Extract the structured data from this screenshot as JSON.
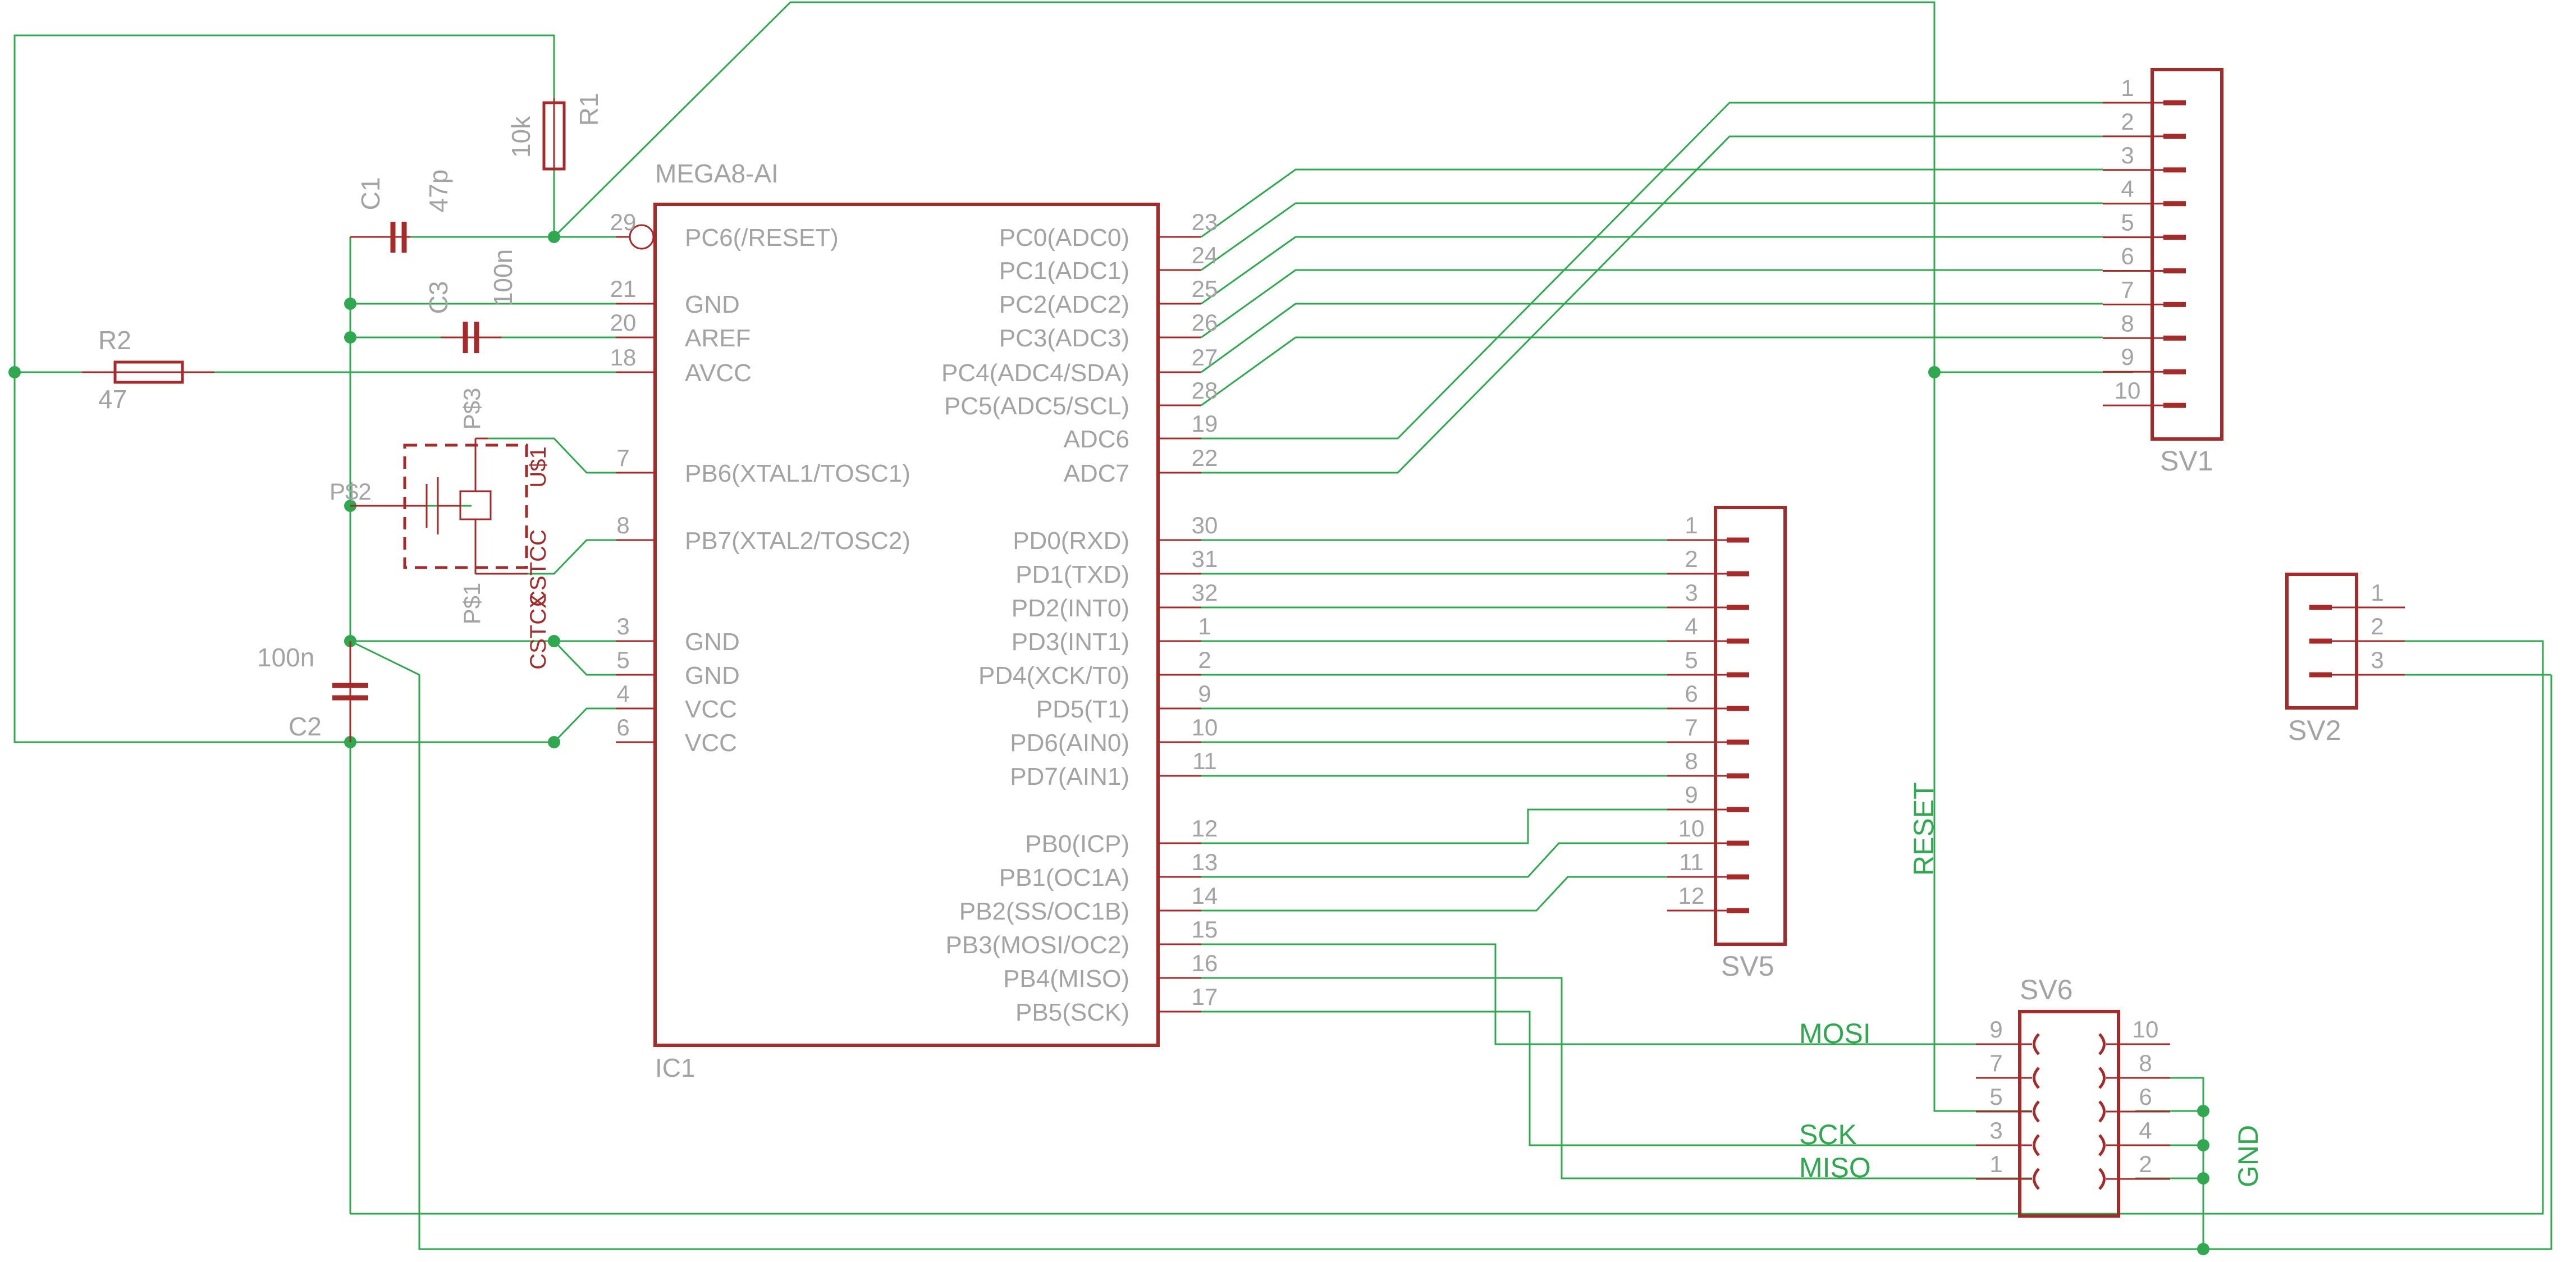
{
  "schematic": {
    "ic1": {
      "part": "MEGA8-AI",
      "ref": "IC1",
      "left_pins": [
        {
          "num": "29",
          "name": "PC6(/RESET)"
        },
        {
          "num": "21",
          "name": "GND"
        },
        {
          "num": "20",
          "name": "AREF"
        },
        {
          "num": "18",
          "name": "AVCC"
        },
        {
          "num": "7",
          "name": "PB6(XTAL1/TOSC1)"
        },
        {
          "num": "8",
          "name": "PB7(XTAL2/TOSC2)"
        },
        {
          "num": "3",
          "name": "GND"
        },
        {
          "num": "5",
          "name": "GND"
        },
        {
          "num": "4",
          "name": "VCC"
        },
        {
          "num": "6",
          "name": "VCC"
        }
      ],
      "right_pins": [
        {
          "num": "23",
          "name": "PC0(ADC0)"
        },
        {
          "num": "24",
          "name": "PC1(ADC1)"
        },
        {
          "num": "25",
          "name": "PC2(ADC2)"
        },
        {
          "num": "26",
          "name": "PC3(ADC3)"
        },
        {
          "num": "27",
          "name": "PC4(ADC4/SDA)"
        },
        {
          "num": "28",
          "name": "PC5(ADC5/SCL)"
        },
        {
          "num": "19",
          "name": "ADC6"
        },
        {
          "num": "22",
          "name": "ADC7"
        },
        {
          "num": "30",
          "name": "PD0(RXD)"
        },
        {
          "num": "31",
          "name": "PD1(TXD)"
        },
        {
          "num": "32",
          "name": "PD2(INT0)"
        },
        {
          "num": "1",
          "name": "PD3(INT1)"
        },
        {
          "num": "2",
          "name": "PD4(XCK/T0)"
        },
        {
          "num": "9",
          "name": "PD5(T1)"
        },
        {
          "num": "10",
          "name": "PD6(AIN0)"
        },
        {
          "num": "11",
          "name": "PD7(AIN1)"
        },
        {
          "num": "12",
          "name": "PB0(ICP)"
        },
        {
          "num": "13",
          "name": "PB1(OC1A)"
        },
        {
          "num": "14",
          "name": "PB2(SS/OC1B)"
        },
        {
          "num": "15",
          "name": "PB3(MOSI/OC2)"
        },
        {
          "num": "16",
          "name": "PB4(MISO)"
        },
        {
          "num": "17",
          "name": "PB5(SCK)"
        }
      ]
    },
    "r1": {
      "ref": "R1",
      "value": "10k"
    },
    "r2": {
      "ref": "R2",
      "value": "47"
    },
    "c1": {
      "ref": "C1",
      "value": "47p"
    },
    "c2": {
      "ref": "C2",
      "value": "100n"
    },
    "c3": {
      "ref": "C3",
      "value": "100n"
    },
    "u1": {
      "ref": "U$1",
      "part": "CSTCC",
      "part2": "CSTCX",
      "pin1": "P$1",
      "pin2": "P$2",
      "pin3": "P$3"
    },
    "sv1": {
      "ref": "SV1",
      "pins": [
        "1",
        "2",
        "3",
        "4",
        "5",
        "6",
        "7",
        "8",
        "9",
        "10"
      ]
    },
    "sv5": {
      "ref": "SV5",
      "pins": [
        "1",
        "2",
        "3",
        "4",
        "5",
        "6",
        "7",
        "8",
        "9",
        "10",
        "11",
        "12"
      ]
    },
    "sv2": {
      "ref": "SV2",
      "pins": [
        "1",
        "2",
        "3"
      ]
    },
    "sv6": {
      "ref": "SV6",
      "left_pins": [
        "9",
        "7",
        "5",
        "3",
        "1"
      ],
      "right_pins": [
        "10",
        "8",
        "6",
        "4",
        "2"
      ]
    },
    "nets": {
      "reset": "RESET",
      "mosi": "MOSI",
      "sck": "SCK",
      "miso": "MISO",
      "gnd": "GND"
    }
  }
}
